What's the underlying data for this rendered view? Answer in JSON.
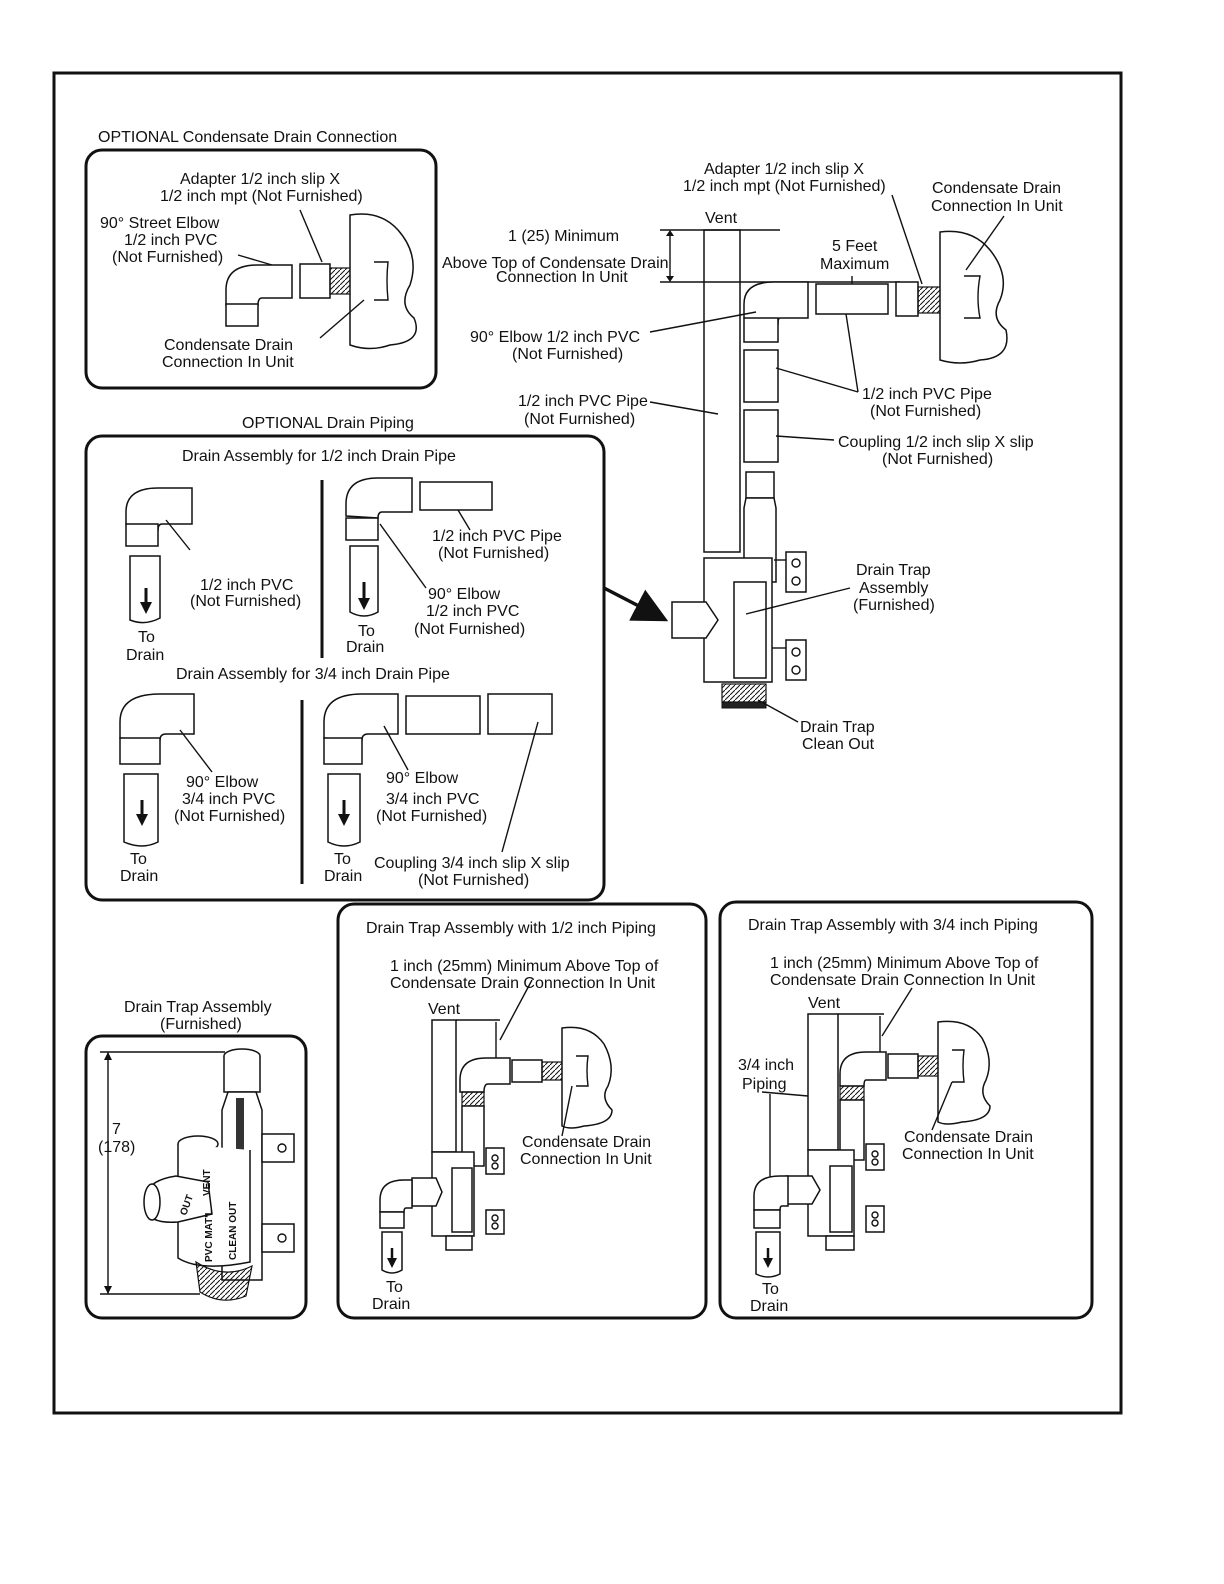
{
  "labels": {
    "optional_condensate_title": "OPTIONAL Condensate Drain Connection",
    "adapter_left_1": "Adapter 1/2 inch slip X",
    "adapter_left_2": "1/2 inch mpt (Not Furnished)",
    "street_elbow_1": "90° Street Elbow",
    "street_elbow_2": "1/2 inch PVC",
    "street_elbow_3": "(Not Furnished)",
    "cond_conn_left_1": "Condensate Drain",
    "cond_conn_left_2": "Connection In Unit",
    "adapter_right_1": "Adapter 1/2 inch slip X",
    "adapter_right_2": "1/2 inch mpt (Not Furnished)",
    "cond_conn_right_1": "Condensate Drain",
    "cond_conn_right_2": "Connection In Unit",
    "vent": "Vent",
    "min_1": "1 (25) Minimum",
    "min_2": "Above Top of Condensate Drain",
    "min_3": "Connection In Unit",
    "five_feet_1": "5 Feet",
    "five_feet_2": "Maximum",
    "elbow_main_1": "90° Elbow 1/2 inch PVC",
    "elbow_main_2": "(Not Furnished)",
    "pvc_pipe_left_1": "1/2 inch PVC Pipe",
    "pvc_pipe_left_2": "(Not Furnished)",
    "pvc_pipe_right_1": "1/2 inch PVC Pipe",
    "pvc_pipe_right_2": "(Not Furnished)",
    "coupling_1": "Coupling 1/2 inch slip X slip",
    "coupling_2": "(Not Furnished)",
    "trap_assy_1": "Drain Trap",
    "trap_assy_2": "Assembly",
    "trap_assy_3": "(Furnished)",
    "trap_clean_1": "Drain Trap",
    "trap_clean_2": "Clean Out",
    "optional_piping_title": "OPTIONAL Drain Piping",
    "half_assy_title": "Drain Assembly for 1/2 inch Drain Pipe",
    "half_pvc_1": "1/2 inch PVC",
    "half_pvc_2": "(Not Furnished)",
    "half_pipe_1": "1/2 inch PVC Pipe",
    "half_pipe_2": "(Not Furnished)",
    "half_elbow_1": "90° Elbow",
    "half_elbow_2": "1/2 inch PVC",
    "half_elbow_3": "(Not Furnished)",
    "to": "To",
    "drain": "Drain",
    "three_q_assy_title": "Drain Assembly for 3/4 inch Drain Pipe",
    "tq_elbow_a_1": "90° Elbow",
    "tq_elbow_a_2": "3/4 inch PVC",
    "tq_elbow_a_3": "(Not Furnished)",
    "tq_elbow_b_1": "90° Elbow",
    "tq_elbow_b_2": "3/4 inch PVC",
    "tq_elbow_b_3": "(Not Furnished)",
    "tq_coupling_1": "Coupling 3/4 inch slip X slip",
    "tq_coupling_2": "(Not Furnished)",
    "trap_furn_title_1": "Drain Trap Assembly",
    "trap_furn_title_2": "(Furnished)",
    "dim_1": "7",
    "dim_2": "(178)",
    "photo_vent": "VENT",
    "photo_out": "OUT",
    "photo_clean": "CLEAN OUT",
    "photo_pvc": "PVC MAT'L",
    "half_piping_title": "Drain Trap Assembly with 1/2 inch Piping",
    "half_min_1": "1 inch (25mm) Minimum Above Top of",
    "half_min_2": "Condensate Drain Connection In Unit",
    "half_cond_1": "Condensate Drain",
    "half_cond_2": "Connection In Unit",
    "tq_piping_title": "Drain Trap Assembly with 3/4 inch Piping",
    "tq_min_1": "1 inch (25mm) Minimum Above Top of",
    "tq_min_2": "Condensate Drain Connection In Unit",
    "tq_piping_1": "3/4 inch",
    "tq_piping_2": "Piping",
    "tq_cond_1": "Condensate Drain",
    "tq_cond_2": "Connection In Unit"
  }
}
